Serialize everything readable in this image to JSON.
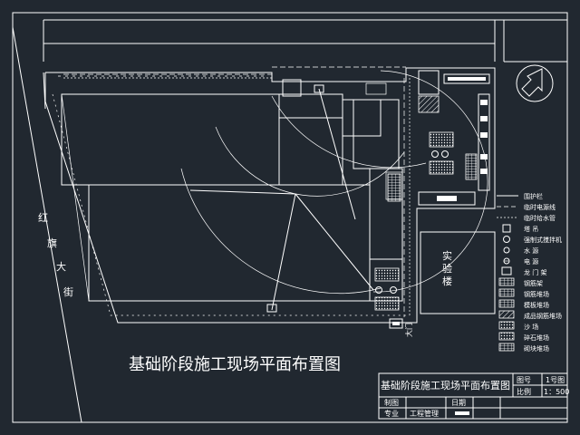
{
  "drawing": {
    "title": "基础阶段施工现场平面布置图",
    "road_chars": [
      "红",
      "旗",
      "大",
      "街"
    ],
    "building_chars": [
      "实",
      "验",
      "楼"
    ],
    "door_label": "大门"
  },
  "legend": {
    "items": [
      {
        "label": "围护栏",
        "icon": "wall-line-icon"
      },
      {
        "label": "临时电源线",
        "icon": "power-line-icon"
      },
      {
        "label": "临时给水管",
        "icon": "water-pipe-icon"
      },
      {
        "label": "塔    吊",
        "icon": "tower-crane-icon"
      },
      {
        "label": "强制式搅拌机",
        "icon": "mixer-icon"
      },
      {
        "label": "水    源",
        "icon": "water-source-icon"
      },
      {
        "label": "电    源",
        "icon": "power-source-icon"
      },
      {
        "label": "龙 门 架",
        "icon": "gantry-icon"
      },
      {
        "label": "钢筋架",
        "icon": "rebar-rack-icon"
      },
      {
        "label": "钢筋堆场",
        "icon": "rebar-yard-icon"
      },
      {
        "label": "模板堆场",
        "icon": "formwork-yard-icon"
      },
      {
        "label": "成品钢筋堆场",
        "icon": "finished-rebar-icon"
      },
      {
        "label": "沙    场",
        "icon": "sand-yard-icon"
      },
      {
        "label": "碎石堆场",
        "icon": "gravel-yard-icon"
      },
      {
        "label": "砌块堆场",
        "icon": "block-yard-icon"
      }
    ]
  },
  "title_block": {
    "name": "基础阶段施工现场平面布置图",
    "drawing_no_label": "图号",
    "drawing_no": "1号图",
    "scale_label": "比例",
    "scale": "1：500",
    "drawn_by_label": "制图",
    "date_label": "日期",
    "discipline_label": "专业",
    "discipline": "工程管理"
  },
  "colors": {
    "background": "#212830",
    "lines": "#ffffff"
  }
}
